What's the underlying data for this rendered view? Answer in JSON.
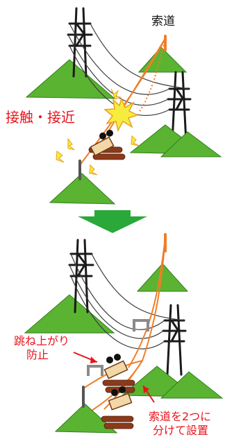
{
  "colors": {
    "hill_fill": "#5bb431",
    "hill_light": "#86cc4a",
    "hill_stroke": "#2f7d1d",
    "tower": "#1a1a1a",
    "wire": "#3a3a3a",
    "ropeway": "#f07e26",
    "spark": "#f6ec3e",
    "spark_stroke": "#e8a020",
    "label_red": "#e8141d",
    "arrow": "#2aa83a",
    "log": "#8b3a1a",
    "guard": "#8a8a8a",
    "carrier": "#f3d7a6"
  },
  "icons": {
    "spark": "lightning-spark-icon",
    "arrow": "down-arrow-icon",
    "guard": "bracket-guard-icon",
    "worker": "worker-icon"
  },
  "top_panel": {
    "ropeway_label": "索道",
    "contact_label": "接触・接近"
  },
  "bottom_panel": {
    "jump_label_line1": "跳ね上がり",
    "jump_label_line2": "防止",
    "split_label_line1": "索道を2つに",
    "split_label_line2": "分けて設置"
  }
}
